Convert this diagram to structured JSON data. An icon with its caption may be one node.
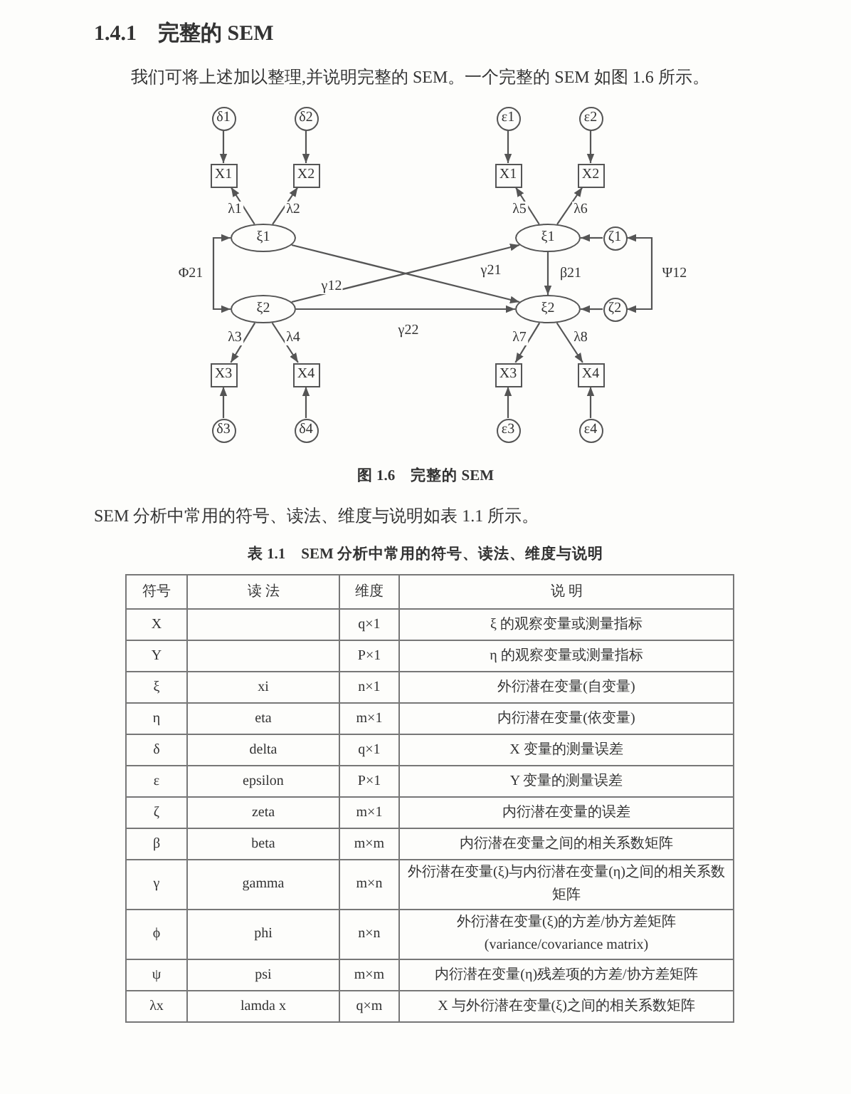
{
  "diagram": {
    "title": "1.4.1　完整的 SEM",
    "caption": "图 1.6　完整的 SEM",
    "nodes": [
      {
        "text": [
          "δ1"
        ]
      },
      {
        "text": [
          "δ2"
        ]
      },
      {
        "text": [
          "ε1"
        ]
      },
      {
        "text": [
          "ε2"
        ]
      },
      {
        "text": [
          "X1"
        ]
      },
      {
        "text": [
          "X2"
        ]
      },
      {
        "text": [
          "X1"
        ]
      },
      {
        "text": [
          "X2"
        ]
      },
      {
        "text": [
          "ξ1"
        ]
      },
      {
        "text": [
          "ξ1"
        ]
      },
      {
        "text": [
          "ζ1"
        ]
      },
      {
        "text": [
          "ξ2"
        ]
      },
      {
        "text": [
          "ξ2"
        ]
      },
      {
        "text": [
          "ζ2"
        ]
      },
      {
        "text": [
          "X3"
        ]
      },
      {
        "text": [
          "X4"
        ]
      },
      {
        "text": [
          "X3"
        ]
      },
      {
        "text": [
          "X4"
        ]
      },
      {
        "text": [
          "δ3"
        ]
      },
      {
        "text": [
          "δ4"
        ]
      },
      {
        "text": [
          "ε3"
        ]
      },
      {
        "text": [
          "ε4"
        ]
      }
    ],
    "edges": [
      {
        "from": 0,
        "to": 4,
        "arrow": "to"
      },
      {
        "from": 1,
        "to": 5,
        "arrow": "to"
      },
      {
        "from": 2,
        "to": 6,
        "arrow": "to"
      },
      {
        "from": 3,
        "to": 7,
        "arrow": "to"
      },
      {
        "from": 8,
        "to": 4,
        "arrow": "to",
        "label": "λ1"
      },
      {
        "from": 8,
        "to": 5,
        "arrow": "to",
        "label": "λ2"
      },
      {
        "from": 9,
        "to": 6,
        "arrow": "to",
        "label": "λ5"
      },
      {
        "from": 9,
        "to": 7,
        "arrow": "to",
        "label": "λ6"
      },
      {
        "from": 8,
        "to": 11,
        "arrow": "both",
        "label": "Φ21"
      },
      {
        "from": 8,
        "to": 12,
        "arrow": "to",
        "label": "γ21"
      },
      {
        "from": 11,
        "to": 9,
        "arrow": "to",
        "label": "γ12"
      },
      {
        "from": 11,
        "to": 12,
        "arrow": "to",
        "label": "γ22"
      },
      {
        "from": 9,
        "to": 12,
        "arrow": "to",
        "label": "β21"
      },
      {
        "from": 10,
        "to": 9,
        "arrow": "to"
      },
      {
        "from": 13,
        "to": 12,
        "arrow": "to"
      },
      {
        "from": 10,
        "to": 13,
        "arrow": "both",
        "label": "Ψ12"
      },
      {
        "from": 11,
        "to": 14,
        "arrow": "to",
        "label": "λ3"
      },
      {
        "from": 11,
        "to": 15,
        "arrow": "to",
        "label": "λ4"
      },
      {
        "from": 12,
        "to": 16,
        "arrow": "to",
        "label": "λ7"
      },
      {
        "from": 12,
        "to": 17,
        "arrow": "to",
        "label": "λ8"
      },
      {
        "from": 18,
        "to": 14,
        "arrow": "to"
      },
      {
        "from": 19,
        "to": 15,
        "arrow": "to"
      },
      {
        "from": 20,
        "to": 16,
        "arrow": "to"
      },
      {
        "from": 21,
        "to": 17,
        "arrow": "to"
      }
    ],
    "labels": [
      "我们可将上述加以整理,并说明完整的 SEM。一个完整的 SEM 如图 1.6 所示。",
      "SEM 分析中常用的符号、读法、维度与说明如表 1.1 所示。",
      "表 1.1　SEM 分析中常用的符号、读法、维度与说明",
      "符号",
      "读 法",
      "维度",
      "说 明",
      "X",
      "q×1",
      "ξ 的观察变量或测量指标",
      "Y",
      "P×1",
      "η 的观察变量或测量指标",
      "ξ",
      "xi",
      "n×1",
      "外衍潜在变量(自变量)",
      "η",
      "eta",
      "m×1",
      "内衍潜在变量(依变量)",
      "δ",
      "delta",
      "q×1",
      "X 变量的测量误差",
      "ε",
      "epsilon",
      "P×1",
      "Y 变量的测量误差",
      "ζ",
      "zeta",
      "m×1",
      "内衍潜在变量的误差",
      "β",
      "beta",
      "m×m",
      "内衍潜在变量之间的相关系数矩阵",
      "γ",
      "gamma",
      "m×n",
      "外衍潜在变量(ξ)与内衍潜在变量(η)之间的相关系数矩阵",
      "ϕ",
      "phi",
      "n×n",
      "外衍潜在变量(ξ)的方差/协方差矩阵(variance/covariance matrix)",
      "ψ",
      "psi",
      "m×m",
      "内衍潜在变量(η)残差项的方差/协方差矩阵",
      "λx",
      "lamda x",
      "q×m",
      "X 与外衍潜在变量(ξ)之间的相关系数矩阵"
    ]
  }
}
